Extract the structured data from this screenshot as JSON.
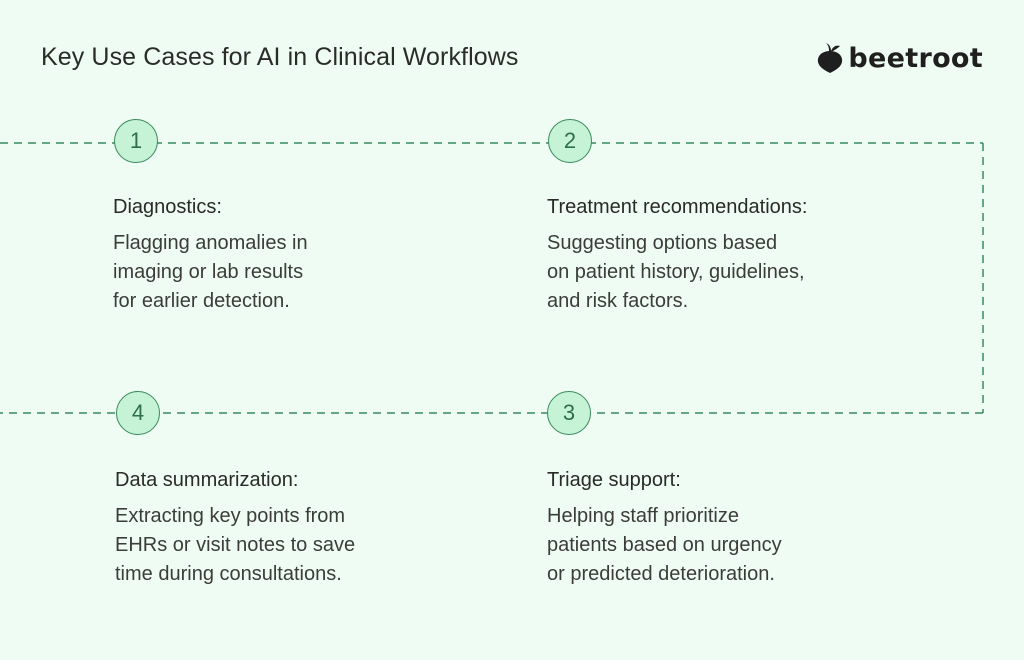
{
  "header": {
    "title": "Key Use Cases for AI in Clinical Workflows",
    "brand": "beetroot",
    "brand_icon": "beetroot-icon"
  },
  "colors": {
    "background": "#eefcf3",
    "circle_fill": "#c6f3d6",
    "accent": "#3a8a5c"
  },
  "steps": [
    {
      "number": "1",
      "heading": "Diagnostics:",
      "text": "Flagging anomalies in\nimaging or lab results\nfor earlier detection."
    },
    {
      "number": "2",
      "heading": "Treatment recommendations:",
      "text": "Suggesting options based\non patient history, guidelines,\nand risk factors."
    },
    {
      "number": "3",
      "heading": "Triage support:",
      "text": "Helping staff prioritize\npatients based on urgency\nor predicted deterioration."
    },
    {
      "number": "4",
      "heading": "Data summarization:",
      "text": "Extracting key points from\nEHRs or visit notes to save\ntime during consultations."
    }
  ]
}
